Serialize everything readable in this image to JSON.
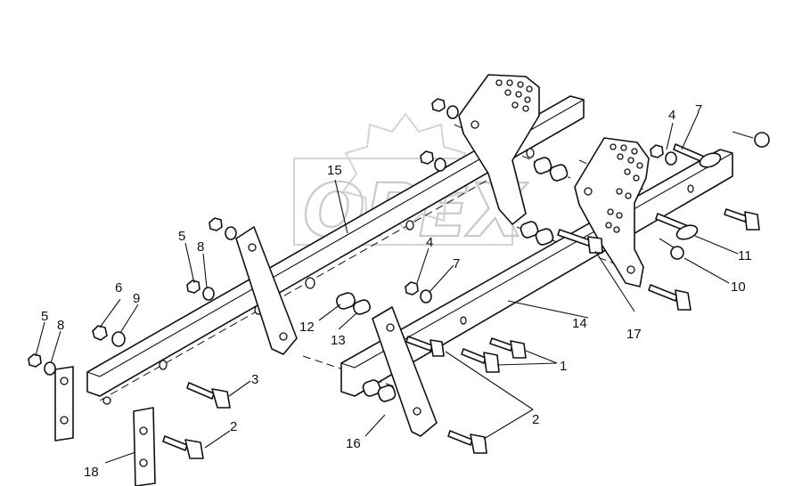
{
  "watermark": {
    "text": "OPEX",
    "color": "#c9c9c9"
  },
  "callouts": [
    {
      "id": "c1",
      "text": "1"
    },
    {
      "id": "c2a",
      "text": "2"
    },
    {
      "id": "c2b",
      "text": "2"
    },
    {
      "id": "c3",
      "text": "3"
    },
    {
      "id": "c4a",
      "text": "4"
    },
    {
      "id": "c4b",
      "text": "4"
    },
    {
      "id": "c5a",
      "text": "5"
    },
    {
      "id": "c5b",
      "text": "5"
    },
    {
      "id": "c6",
      "text": "6"
    },
    {
      "id": "c7a",
      "text": "7"
    },
    {
      "id": "c7b",
      "text": "7"
    },
    {
      "id": "c8a",
      "text": "8"
    },
    {
      "id": "c8b",
      "text": "8"
    },
    {
      "id": "c9",
      "text": "9"
    },
    {
      "id": "c10",
      "text": "10"
    },
    {
      "id": "c11",
      "text": "11"
    },
    {
      "id": "c12",
      "text": "12"
    },
    {
      "id": "c13",
      "text": "13"
    },
    {
      "id": "c14",
      "text": "14"
    },
    {
      "id": "c15",
      "text": "15"
    },
    {
      "id": "c16",
      "text": "16"
    },
    {
      "id": "c17",
      "text": "17"
    },
    {
      "id": "c18",
      "text": "18"
    }
  ]
}
